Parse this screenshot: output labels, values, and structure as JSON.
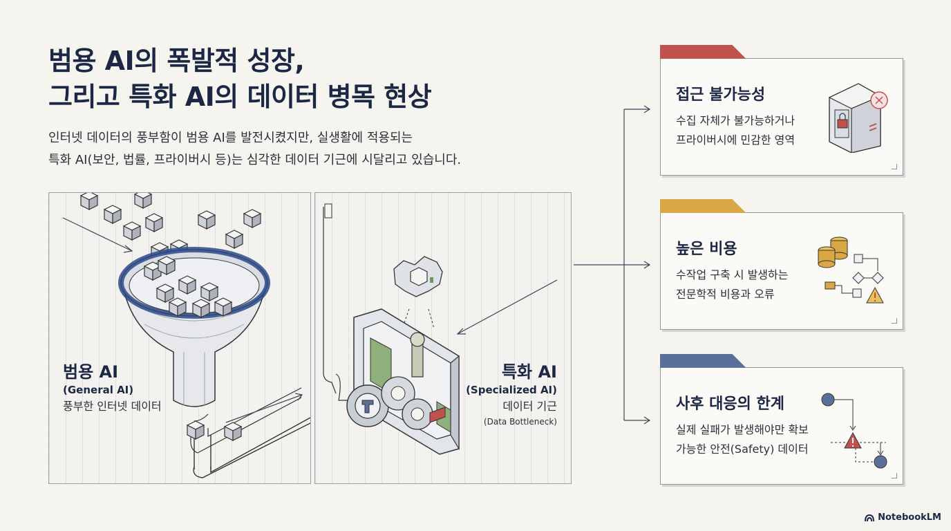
{
  "header": {
    "title_line1": "범용 AI의 폭발적 성장,",
    "title_line2": "그리고 특화 AI의 데이터 병목 현상",
    "subtitle_line1": "인터넷 데이터의 풍부함이 범용 AI를 발전시켰지만, 실생활에 적용되는",
    "subtitle_line2": "특화 AI(보안, 법률, 프라이버시 등)는 심각한 데이터 기근에 시달리고 있습니다."
  },
  "general_ai": {
    "title": "범용 AI",
    "english": "(General AI)",
    "description": "풍부한 인터넷 데이터"
  },
  "specialized_ai": {
    "title": "특화 AI",
    "english": "(Specialized AI)",
    "description": "데이터 기근",
    "description_en": "(Data Bottleneck)"
  },
  "cards": [
    {
      "title": "접근 불가능성",
      "line1": "수집 자체가 불가능하거나",
      "line2": "프라이버시에 민감한 영역",
      "icon": "locked-safe-icon",
      "tab_color": "#c0514d"
    },
    {
      "title": "높은 비용",
      "line1": "수작업 구축 시 발생하는",
      "line2": "전문학적 비용과 오류",
      "icon": "coins-flowchart-icon",
      "tab_color": "#d9a744"
    },
    {
      "title": "사후 대응의 한계",
      "line1": "실제 실패가 발생해야만 확보",
      "line2": "가능한 안전(Safety) 데이터",
      "icon": "failure-flow-icon",
      "tab_color": "#5a6f99"
    }
  ],
  "brand": "NotebookLM",
  "colors": {
    "navy": "#1b2744",
    "red": "#c0514d",
    "gold": "#d9a744",
    "steel": "#5a6f99"
  }
}
